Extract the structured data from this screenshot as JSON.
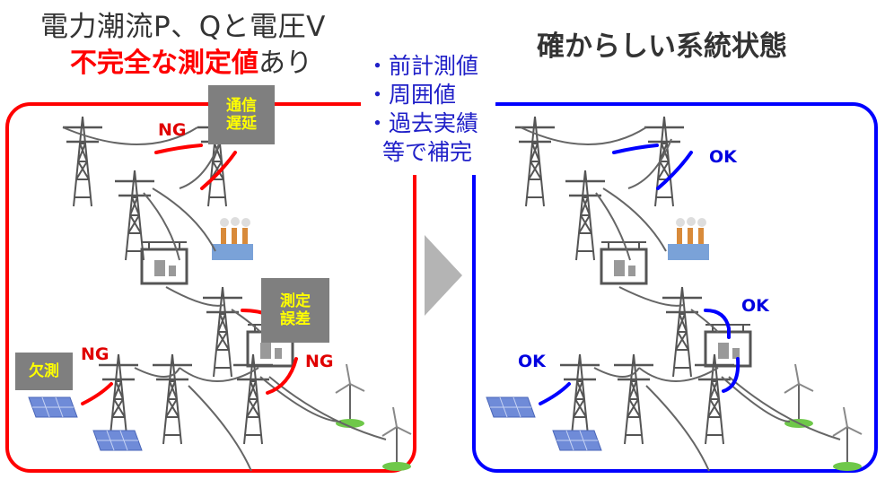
{
  "title_left": "電力潮流P、Qと電圧V",
  "subtitle_red": "不完全な測定値",
  "subtitle_rest": "あり",
  "bullets": [
    "・前計測値",
    "・周囲値",
    "・過去実績",
    "等で補完"
  ],
  "title_right": "確からしい系統状態",
  "left_panel": {
    "tags": {
      "comm_delay": "通信\n遅延",
      "measure_error": "測定\n誤差",
      "missing": "欠測"
    },
    "ng": "NG"
  },
  "right_panel": {
    "ok": "OK"
  },
  "colors": {
    "bad": "#ff0000",
    "good": "#0000ff",
    "arrow": "#b4b4b4",
    "tag_bg": "#7f7f7f",
    "tag_text": "#ffff00"
  }
}
